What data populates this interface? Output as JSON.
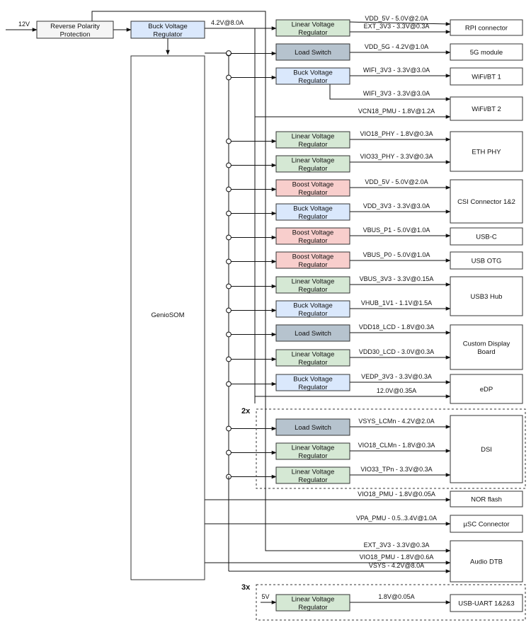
{
  "colors": {
    "linear": "#d5e8d4",
    "load": "#b6c3ce",
    "buck": "#dae8fc",
    "boost": "#f8cecc",
    "neutral": "#f5f5f5",
    "white": "#ffffff",
    "line": "#111111"
  },
  "input": {
    "label": "12V"
  },
  "front": {
    "reverse": [
      "Reverse Polarity",
      "Protection"
    ],
    "buck": [
      "Buck Voltage",
      "Regulator"
    ],
    "buck_out": "4.2V@8.0A"
  },
  "som": {
    "label": "GenioSOM"
  },
  "multipliers": {
    "dsi": "2x",
    "uart": "3x"
  },
  "regulators": [
    {
      "id": "r1",
      "kind": "linear",
      "lines": [
        "Linear Voltage",
        "Regulator"
      ]
    },
    {
      "id": "r2",
      "kind": "load",
      "lines": [
        "Load Switch"
      ]
    },
    {
      "id": "r3",
      "kind": "buck",
      "lines": [
        "Buck Voltage",
        "Regulator"
      ]
    },
    {
      "id": "r4",
      "kind": "linear",
      "lines": [
        "Linear Voltage",
        "Regulator"
      ]
    },
    {
      "id": "r5",
      "kind": "linear",
      "lines": [
        "Linear Voltage",
        "Regulator"
      ]
    },
    {
      "id": "r6",
      "kind": "boost",
      "lines": [
        "Boost Voltage",
        "Regulator"
      ]
    },
    {
      "id": "r7",
      "kind": "buck",
      "lines": [
        "Buck Voltage",
        "Regulator"
      ]
    },
    {
      "id": "r8",
      "kind": "boost",
      "lines": [
        "Boost Voltage",
        "Regulator"
      ]
    },
    {
      "id": "r9",
      "kind": "boost",
      "lines": [
        "Boost Voltage",
        "Regulator"
      ]
    },
    {
      "id": "r10",
      "kind": "linear",
      "lines": [
        "Linear Voltage",
        "Regulator"
      ]
    },
    {
      "id": "r11",
      "kind": "buck",
      "lines": [
        "Buck Voltage",
        "Regulator"
      ]
    },
    {
      "id": "r12",
      "kind": "load",
      "lines": [
        "Load Switch"
      ]
    },
    {
      "id": "r13",
      "kind": "linear",
      "lines": [
        "Linear Voltage",
        "Regulator"
      ]
    },
    {
      "id": "r14",
      "kind": "buck",
      "lines": [
        "Buck Voltage",
        "Regulator"
      ]
    },
    {
      "id": "r15",
      "kind": "load",
      "lines": [
        "Load Switch"
      ]
    },
    {
      "id": "r16",
      "kind": "linear",
      "lines": [
        "Linear Voltage",
        "Regulator"
      ]
    },
    {
      "id": "r17",
      "kind": "linear",
      "lines": [
        "Linear Voltage",
        "Regulator"
      ]
    },
    {
      "id": "r18",
      "kind": "linear",
      "lines": [
        "Linear Voltage",
        "Regulator"
      ]
    }
  ],
  "outputs": [
    {
      "id": "o1",
      "lines": [
        "RPI connector"
      ]
    },
    {
      "id": "o2",
      "lines": [
        "5G module"
      ]
    },
    {
      "id": "o3",
      "lines": [
        "WiFi/BT 1"
      ]
    },
    {
      "id": "o4",
      "lines": [
        "WiFi/BT 2"
      ]
    },
    {
      "id": "o5",
      "lines": [
        "ETH PHY"
      ]
    },
    {
      "id": "o6",
      "lines": [
        "CSI Connector 1&2"
      ]
    },
    {
      "id": "o7",
      "lines": [
        "USB-C"
      ]
    },
    {
      "id": "o8",
      "lines": [
        "USB OTG"
      ]
    },
    {
      "id": "o9",
      "lines": [
        "USB3 Hub"
      ]
    },
    {
      "id": "o10",
      "lines": [
        "Custom Display",
        "Board"
      ]
    },
    {
      "id": "o11",
      "lines": [
        "eDP"
      ]
    },
    {
      "id": "o12",
      "lines": [
        "DSI"
      ]
    },
    {
      "id": "o13",
      "lines": [
        "NOR flash"
      ]
    },
    {
      "id": "o14",
      "lines": [
        "µSC Connector"
      ]
    },
    {
      "id": "o15",
      "lines": [
        "Audio DTB"
      ]
    },
    {
      "id": "o16",
      "lines": [
        "USB-UART 1&2&3"
      ]
    }
  ],
  "rails": [
    "VDD_5V - 5.0V@2.0A",
    "EXT_3V3 - 3.3V@0.3A",
    "VDD_5G - 4.2V@1.0A",
    "WIFI_3V3 - 3.3V@3.0A",
    "WIFI_3V3 - 3.3V@3.0A",
    "VCN18_PMU - 1.8V@1.2A",
    "VIO18_PHY - 1.8V@0.3A",
    "VIO33_PHY - 3.3V@0.3A",
    "VDD_5V - 5.0V@2.0A",
    "VDD_3V3 - 3.3V@3.0A",
    "VBUS_P1 - 5.0V@1.0A",
    "VBUS_P0 - 5.0V@1.0A",
    "VBUS_3V3 - 3.3V@0.15A",
    "VHUB_1V1 - 1.1V@1.5A",
    "VDD18_LCD - 1.8V@0.3A",
    "VDD30_LCD - 3.0V@0.3A",
    "VEDP_3V3 - 3.3V@0.3A",
    "12.0V@0.35A",
    "VSYS_LCMn - 4.2V@2.0A",
    "VIO18_CLMn - 1.8V@0.3A",
    "VIO33_TPn - 3.3V@0.3A",
    "VIO18_PMU - 1.8V@0.05A",
    "VPA_PMU - 0.5..3.4V@1.0A",
    "EXT_3V3 - 3.3V@0.3A",
    "VIO18_PMU - 1.8V@0.6A",
    "VSYS - 4.2V@8.0A",
    "5V",
    "1.8V@0.05A"
  ]
}
